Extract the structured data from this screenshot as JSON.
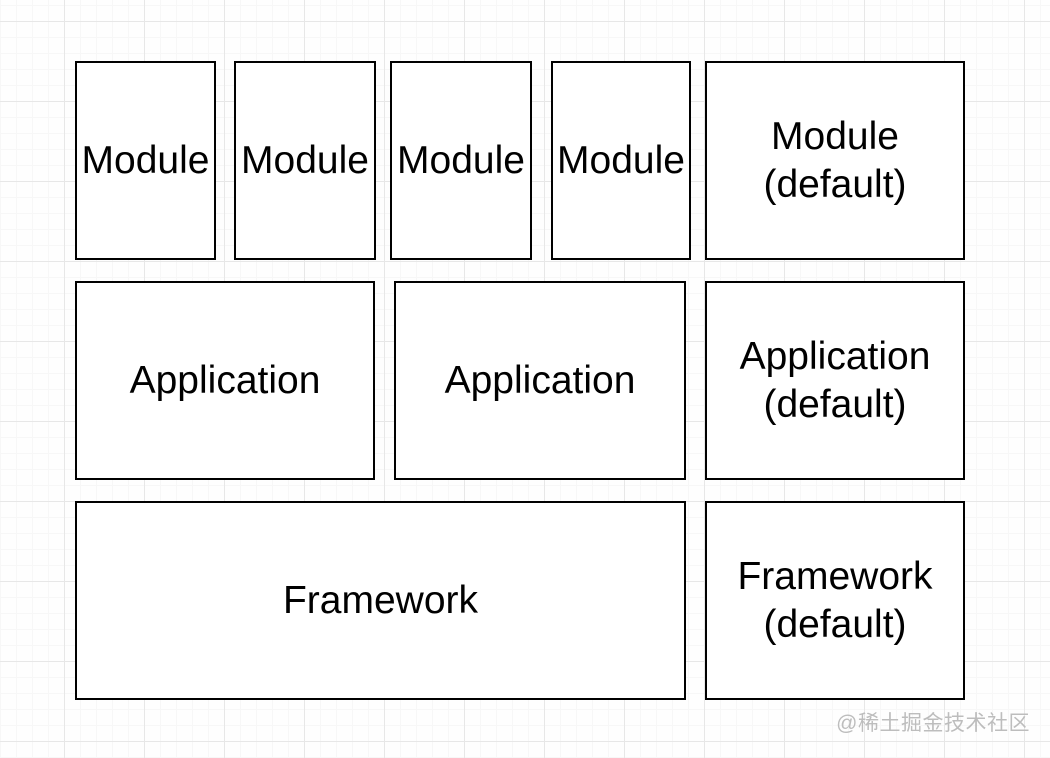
{
  "diagram": {
    "rows": [
      "modules",
      "applications",
      "frameworks"
    ]
  },
  "boxes": {
    "module1": {
      "label": "Module"
    },
    "module2": {
      "label": "Module"
    },
    "module3": {
      "label": "Module"
    },
    "module4": {
      "label": "Module"
    },
    "module_default": {
      "label": "Module",
      "sublabel": "(default)"
    },
    "app1": {
      "label": "Application"
    },
    "app2": {
      "label": "Application"
    },
    "app_default": {
      "label": "Application",
      "sublabel": "(default)"
    },
    "framework": {
      "label": "Framework"
    },
    "framework_default": {
      "label": "Framework",
      "sublabel": "(default)"
    }
  },
  "watermark": {
    "text": "@稀土掘金技术社区"
  },
  "colors": {
    "background": "#fefefe",
    "box_fill": "#ffffff",
    "box_border": "#000000",
    "text": "#000000",
    "grid_major": "#e7e7e7",
    "grid_minor": "#f7f7f7",
    "watermark": "#bdbdbd"
  }
}
